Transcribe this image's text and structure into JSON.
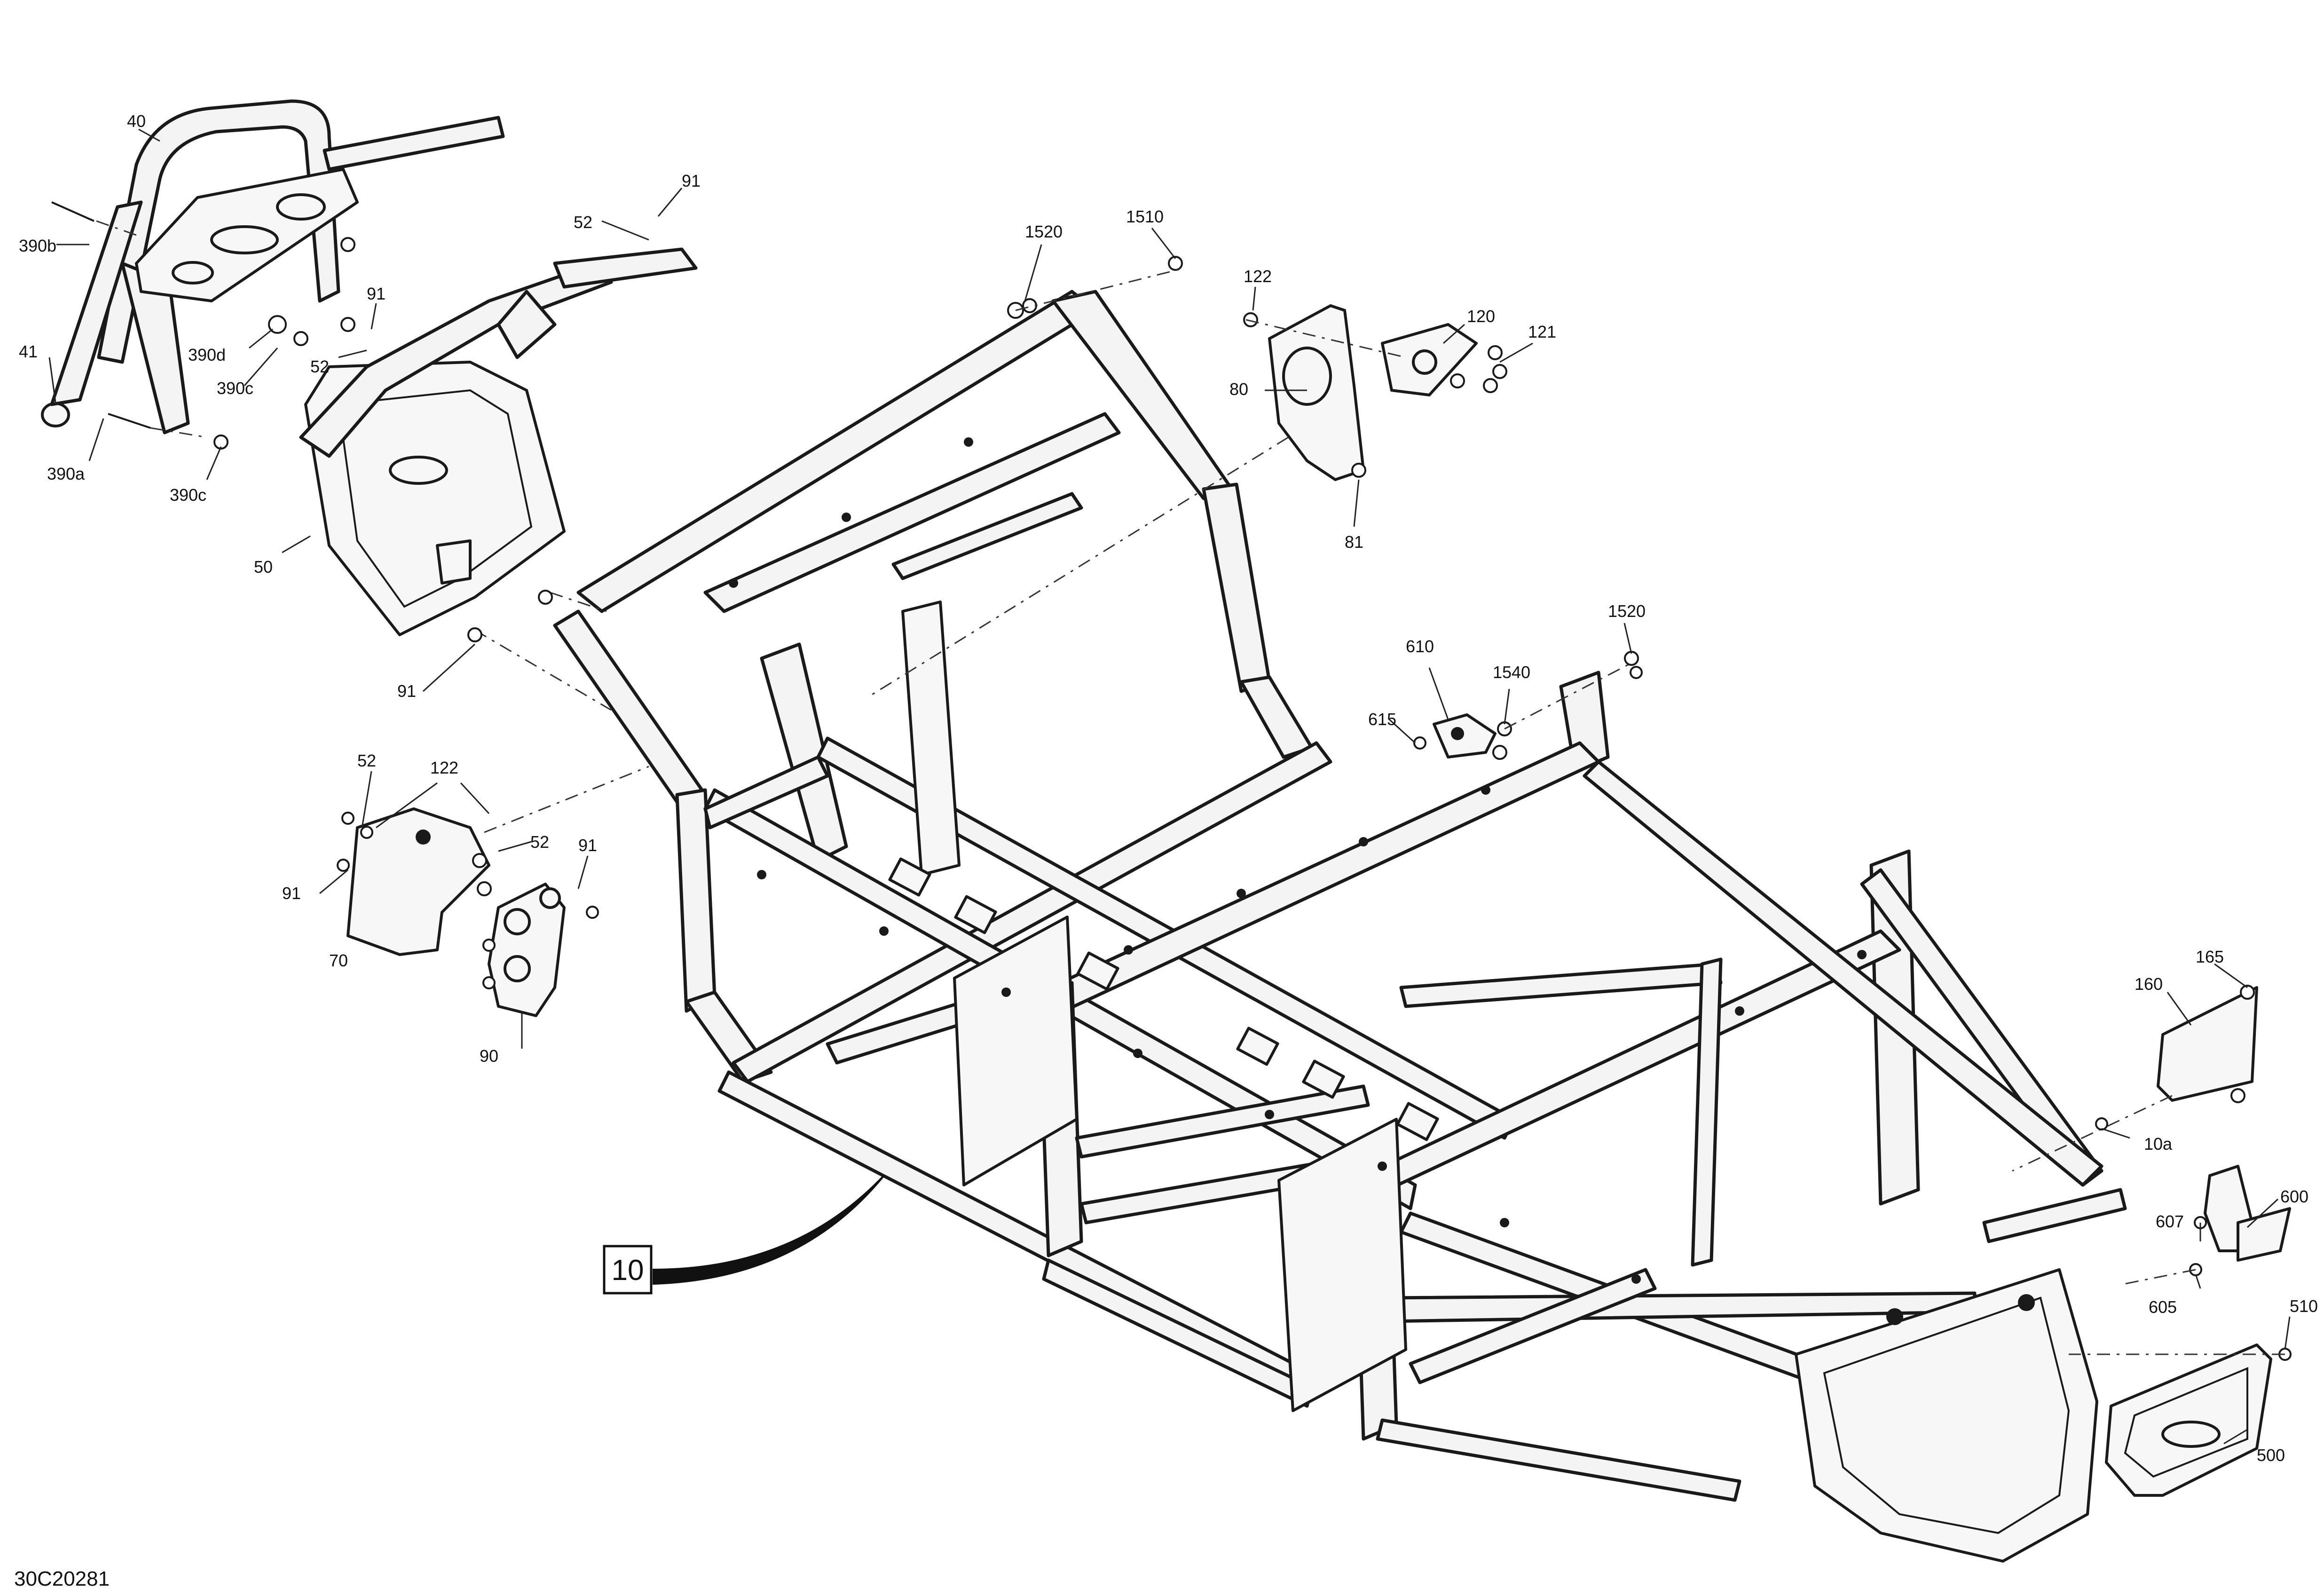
{
  "diagram": {
    "doc_code": "30C20281",
    "assembly_ref": "10",
    "callouts": {
      "c40": "40",
      "c41": "41",
      "c390b": "390b",
      "c390d": "390d",
      "c390c_a": "390c",
      "c390a": "390a",
      "c390c_b": "390c",
      "c91_a": "91",
      "c52_a": "52",
      "c91_b": "91",
      "c52_b": "52",
      "c50": "50",
      "c91_c": "91",
      "c1520_a": "1520",
      "c1510": "1510",
      "c122_a": "122",
      "c120": "120",
      "c121": "121",
      "c80": "80",
      "c81": "81",
      "c1520_b": "1520",
      "c610": "610",
      "c1540": "1540",
      "c615": "615",
      "c52_c": "52",
      "c122_b": "122",
      "c52_d": "52",
      "c91_d": "91",
      "c91_e": "91",
      "c70": "70",
      "c90": "90",
      "c165": "165",
      "c160": "160",
      "c10a": "10a",
      "c607": "607",
      "c600": "600",
      "c605": "605",
      "c510": "510",
      "c500": "500"
    }
  }
}
